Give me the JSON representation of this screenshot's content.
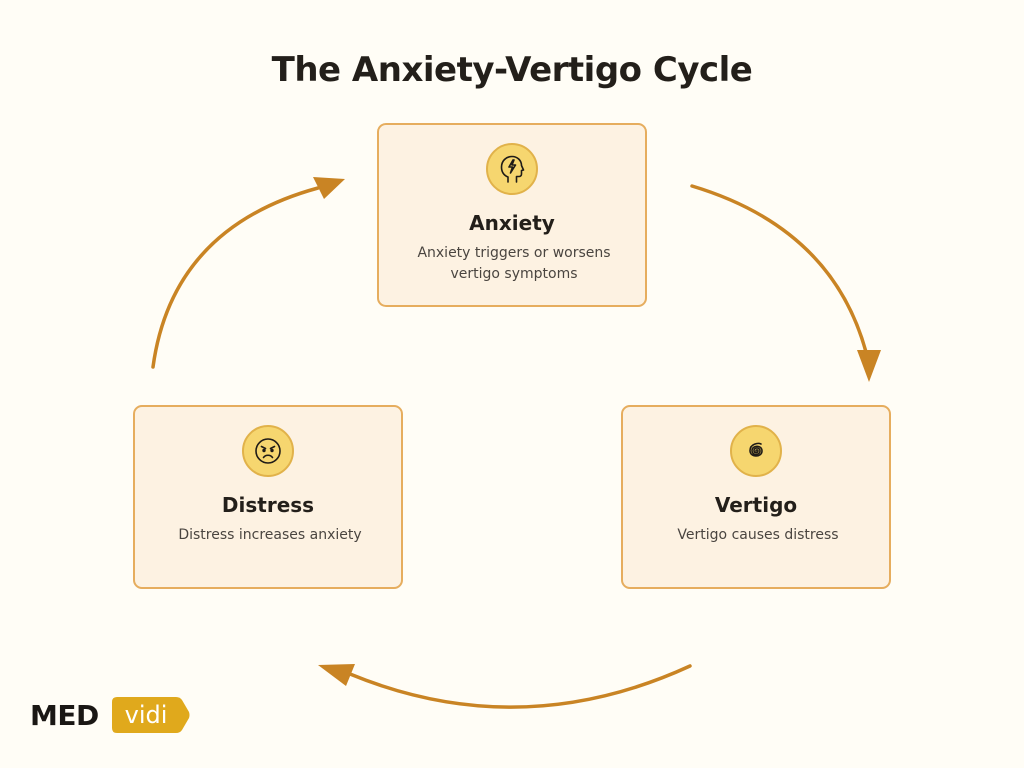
{
  "title": "The Anxiety-Vertigo Cycle",
  "nodes": {
    "anxiety": {
      "title": "Anxiety",
      "description": "Anxiety triggers or worsens vertigo symptoms",
      "icon": "head-lightning-icon"
    },
    "vertigo": {
      "title": "Vertigo",
      "description": "Vertigo causes distress",
      "icon": "spiral-icon"
    },
    "distress": {
      "title": "Distress",
      "description": "Distress increases anxiety",
      "icon": "angry-face-icon"
    }
  },
  "edges": [
    {
      "from": "Anxiety",
      "to": "Vertigo"
    },
    {
      "from": "Vertigo",
      "to": "Distress"
    },
    {
      "from": "Distress",
      "to": "Anxiety"
    }
  ],
  "logo": {
    "part1": "MED",
    "part2": "vidi"
  },
  "colors": {
    "background": "#fffdf6",
    "card_fill": "#fdf2e2",
    "card_border": "#e6ad5e",
    "arrow": "#c98424",
    "icon_fill": "#f6d66f",
    "logo_accent": "#e0a91c"
  }
}
